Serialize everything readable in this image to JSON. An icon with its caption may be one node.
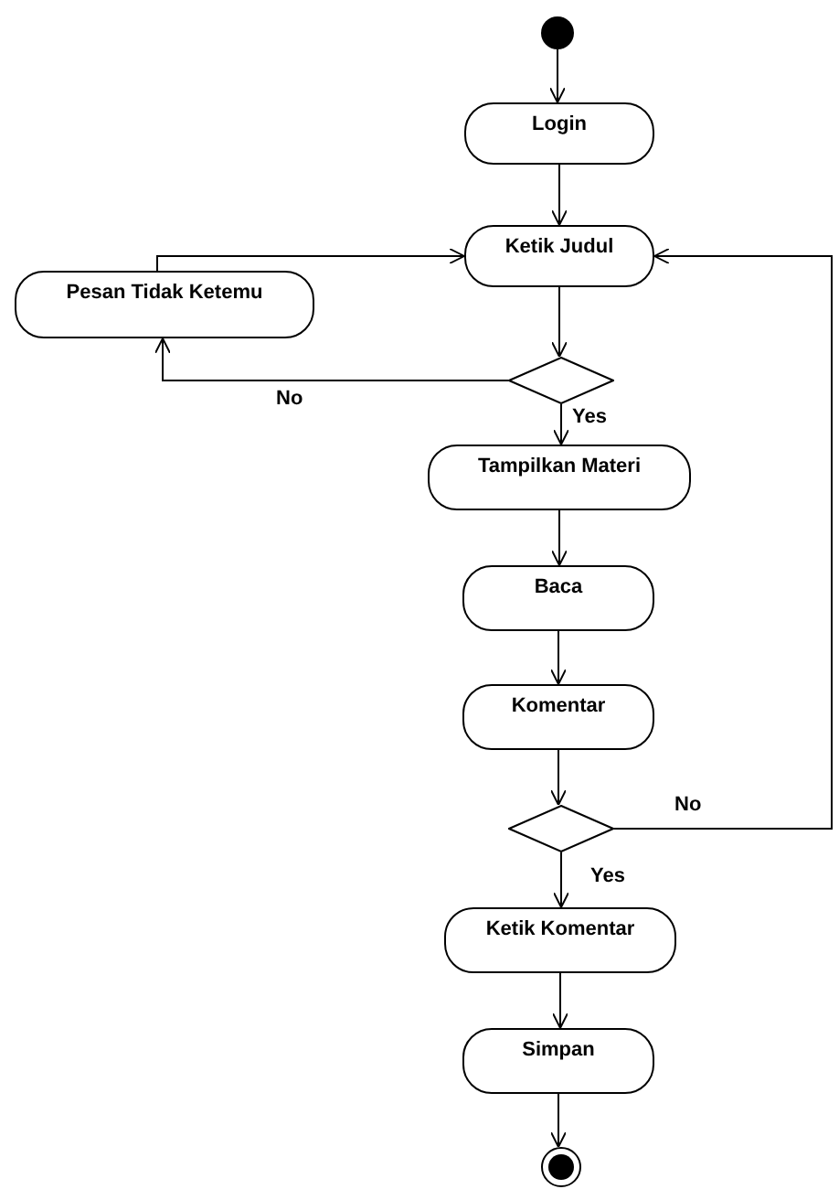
{
  "diagram": {
    "nodes": [
      {
        "text": [],
        "shape": "circle"
      },
      {
        "text": [
          "Login"
        ]
      },
      {
        "text": [
          "Ketik Judul"
        ]
      },
      {
        "text": [
          "Pesan Tidak Ketemu"
        ]
      },
      {
        "text": [],
        "shape": "diamond"
      },
      {
        "text": [
          "Tampilkan Materi"
        ]
      },
      {
        "text": [
          "Baca"
        ]
      },
      {
        "text": [
          "Komentar"
        ]
      },
      {
        "text": [],
        "shape": "diamond"
      },
      {
        "text": [
          "Ketik Komentar"
        ]
      },
      {
        "text": [
          "Simpan"
        ]
      },
      {
        "text": [],
        "shape": "circle"
      }
    ],
    "edges": [
      {
        "from": 0,
        "to": 1,
        "arrow": "to"
      },
      {
        "from": 1,
        "to": 2,
        "arrow": "to"
      },
      {
        "from": 3,
        "to": 2,
        "arrow": "to"
      },
      {
        "from": 2,
        "to": 4,
        "arrow": "to"
      },
      {
        "from": 4,
        "to": 3,
        "arrow": "to",
        "label": "No"
      },
      {
        "from": 4,
        "to": 5,
        "arrow": "to",
        "label": "Yes"
      },
      {
        "from": 5,
        "to": 6,
        "arrow": "to"
      },
      {
        "from": 6,
        "to": 7,
        "arrow": "to"
      },
      {
        "from": 7,
        "to": 8,
        "arrow": "to"
      },
      {
        "from": 8,
        "to": 2,
        "arrow": "to",
        "label": "No"
      },
      {
        "from": 8,
        "to": 9,
        "arrow": "to",
        "label": "Yes"
      },
      {
        "from": 9,
        "to": 10,
        "arrow": "to"
      },
      {
        "from": 10,
        "to": 11,
        "arrow": "to"
      }
    ]
  }
}
